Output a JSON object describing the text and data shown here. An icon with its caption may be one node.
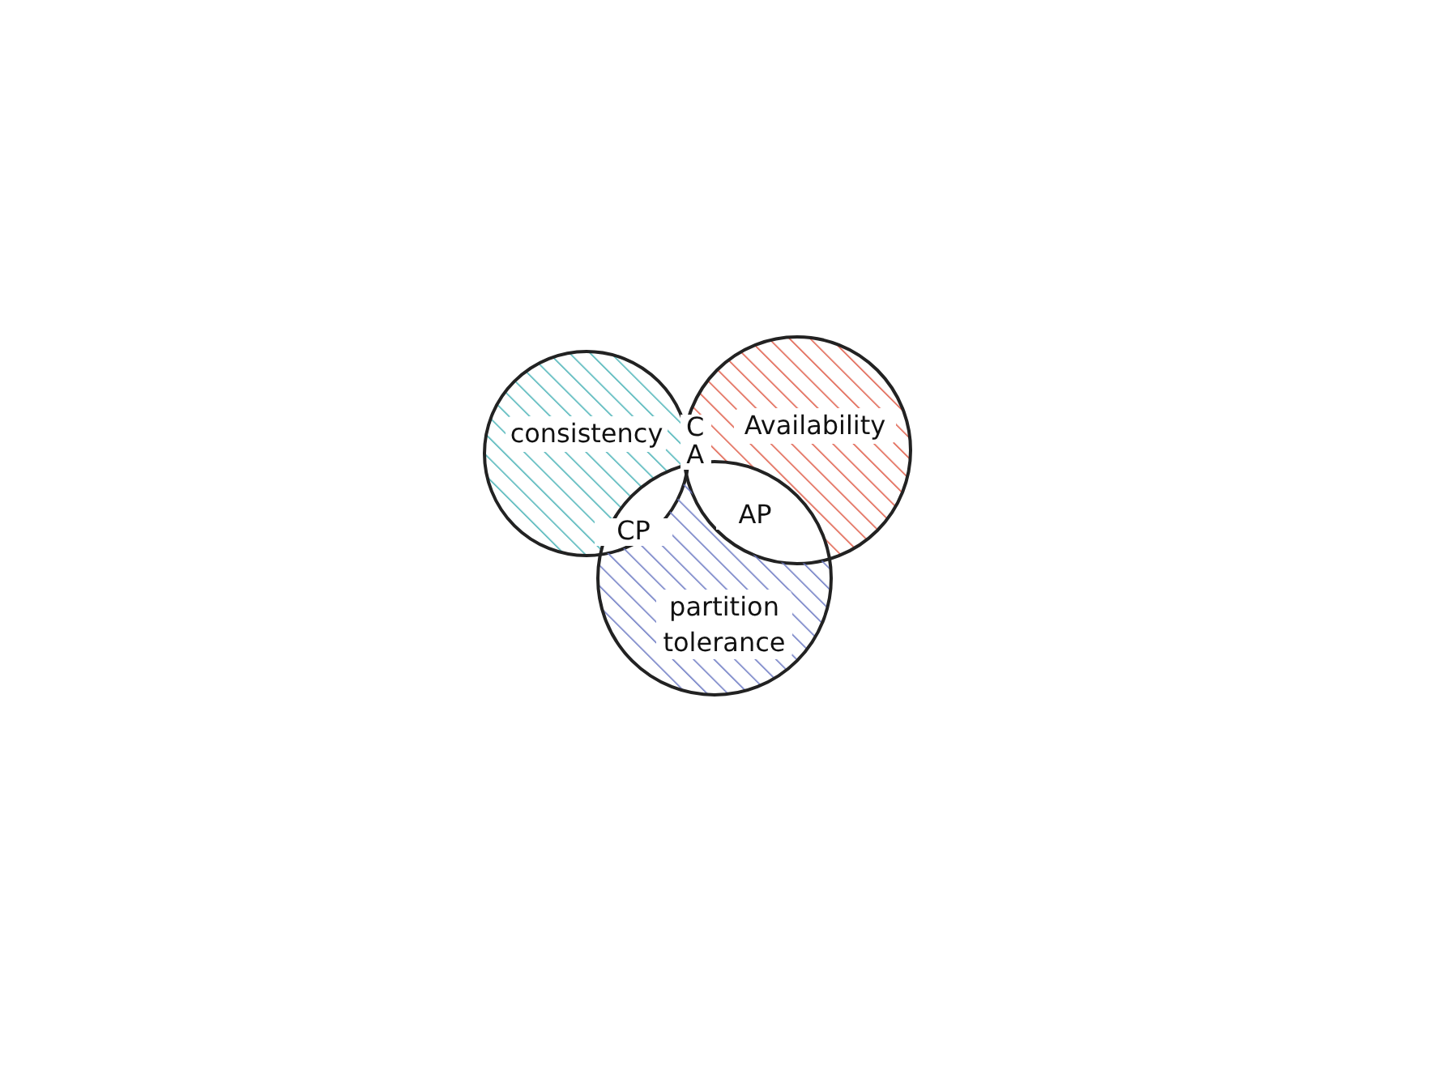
{
  "diagram": {
    "nodes": [
      {
        "text": [
          "consistency"
        ]
      },
      {
        "text": [
          "Availability"
        ]
      },
      {
        "text": [
          "partition tolerance"
        ]
      }
    ],
    "labels": [
      "CA",
      "CP",
      "AP"
    ]
  }
}
